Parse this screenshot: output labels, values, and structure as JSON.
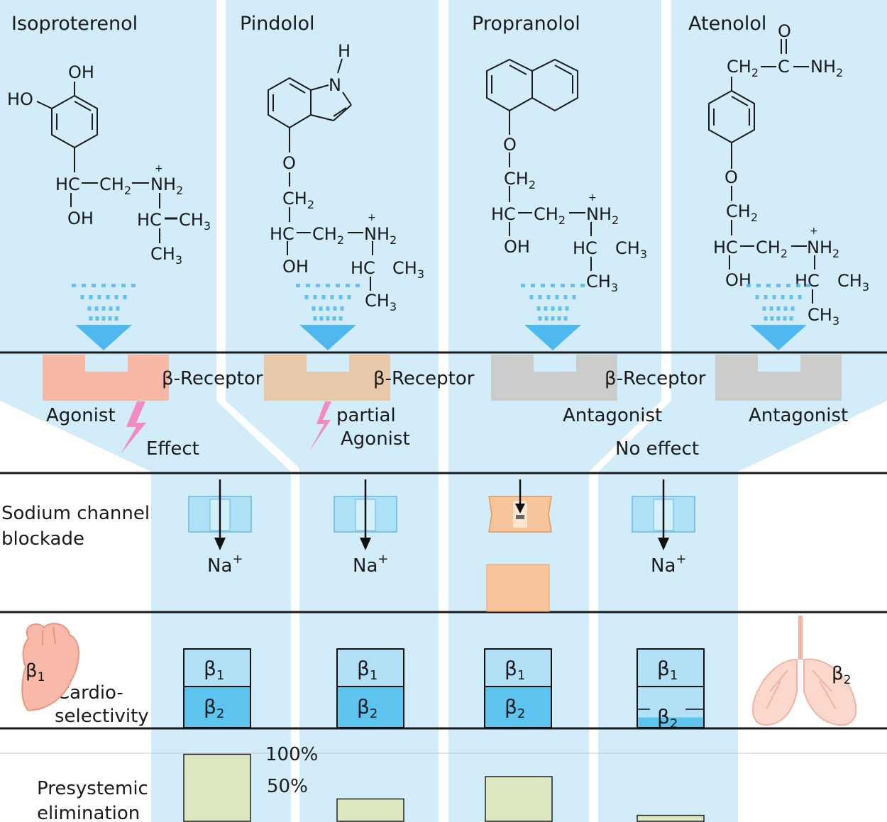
{
  "drugs": [
    {
      "name": "Isoproterenol",
      "effect_type": "Agonist",
      "effect": "Effect"
    },
    {
      "name": "Pindolol",
      "effect_type_line1": "partial",
      "effect_type_line2": "Agonist"
    },
    {
      "name": "Propranolol",
      "effect_type": "Antagonist"
    },
    {
      "name": "Atenolol",
      "effect_type": "Antagonist",
      "effect": "No effect"
    }
  ],
  "receptor_label": "β-Receptor",
  "rows": {
    "sodium": {
      "line1": "Sodium channel",
      "line2": "blockade"
    },
    "cardio": {
      "line1": "Cardio-",
      "line2": "selectivity"
    },
    "presystemic": {
      "line1": "Presystemic",
      "line2": "elimination"
    }
  },
  "ion_label": "Na",
  "ion_charge": "+",
  "beta1": "β",
  "beta1_sub": "1",
  "beta2": "β",
  "beta2_sub": "2",
  "scale": {
    "top": "100%",
    "mid": "50%"
  },
  "chem": {
    "oh": "OH",
    "ho": "HO",
    "hc": "HC",
    "ch2": "CH",
    "sub2": "2",
    "ch3": "CH",
    "sub3": "3",
    "nh2": "NH",
    "n": "N",
    "h": "H",
    "o": "O",
    "c": "C",
    "plus": "+"
  },
  "colors": {
    "panel": "#d3ecfa",
    "agonist": "#f7b8a6",
    "partial": "#e8c8a8",
    "antagonist": "#cccccc",
    "beta1_box": "#b2e0f7",
    "beta2_box": "#5cc4ef",
    "bar": "#dde8c0",
    "propranolol_block": "#f8c59a",
    "arrow_blue": "#4fb8ee",
    "lightning": "#f08cbf"
  },
  "presystemic_fraction": [
    0.9,
    0.3,
    0.6,
    0.08
  ],
  "cardio_beta2_fraction": [
    1.0,
    1.0,
    1.0,
    0.25
  ]
}
